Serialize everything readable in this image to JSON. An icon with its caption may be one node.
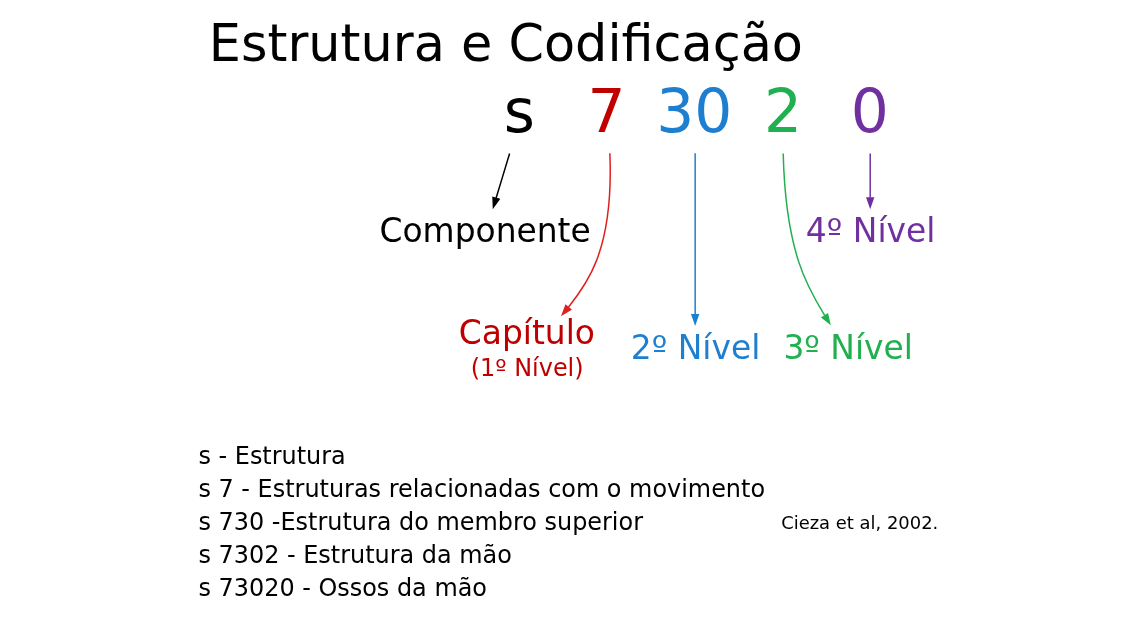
{
  "diagram": {
    "title": "Estrutura e Codificação",
    "nodes": [
      {
        "text": [
          "s"
        ]
      },
      {
        "text": [
          "7"
        ]
      },
      {
        "text": [
          "30"
        ]
      },
      {
        "text": [
          "2"
        ]
      },
      {
        "text": [
          "0"
        ]
      },
      {
        "text": [
          "Componente"
        ]
      },
      {
        "text": [
          "Capítulo",
          "(1º Nível)"
        ]
      },
      {
        "text": [
          "2º Nível"
        ]
      },
      {
        "text": [
          "3º Nível"
        ]
      },
      {
        "text": [
          "4º Nível"
        ]
      }
    ],
    "edges": [
      {
        "from": 0,
        "to": 5,
        "arrow": "to"
      },
      {
        "from": 1,
        "to": 6,
        "arrow": "to",
        "color": "#e02020"
      },
      {
        "from": 2,
        "to": 7,
        "arrow": "to",
        "color": "#1e7fd0"
      },
      {
        "from": 3,
        "to": 8,
        "arrow": "to",
        "color": "#20b050"
      },
      {
        "from": 4,
        "to": 9,
        "arrow": "to",
        "color": "#7030a0"
      }
    ],
    "labels": [
      "s - Estrutura",
      "s 7 - Estruturas relacionadas com o movimento",
      "s 730 -Estrutura do membro superior",
      "s 7302 - Estrutura da mão",
      "s 73020 - Ossos da mão",
      "Cieza et al, 2002."
    ]
  }
}
